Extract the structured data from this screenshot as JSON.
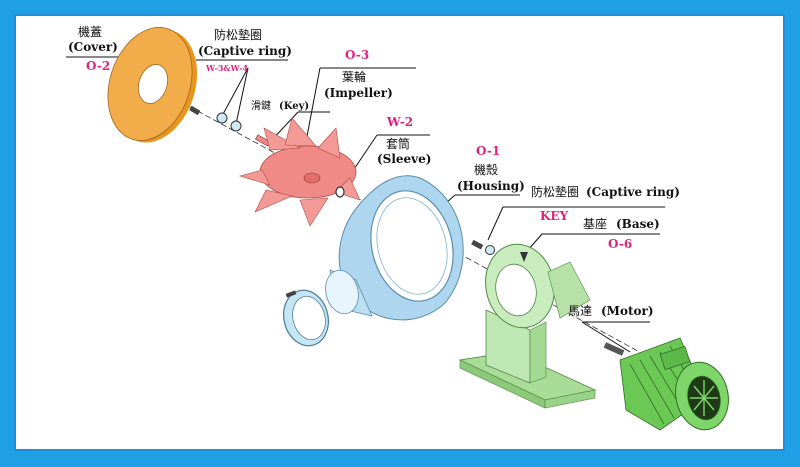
{
  "colors": {
    "frame": "#1fa0e6",
    "code": "#e0207a",
    "cover": "#f2ad4a",
    "impeller": "#f08a86",
    "housing": "#aed6ee",
    "sleeve": "#bfe3f2",
    "base": "#bfe7b3",
    "motor": "#7ed66a"
  },
  "icons": [
    "bolt-icon",
    "washer-icon",
    "key-icon"
  ],
  "labels": {
    "cover": {
      "zh": "機蓋",
      "en": "(Cover)",
      "code": "O-2"
    },
    "captive_ring_top": {
      "zh": "防松墊圈",
      "en": "(Captive ring)",
      "code": "W-3&W-4"
    },
    "key_top": {
      "zh": "滑鍵",
      "en": "(Key)"
    },
    "impeller": {
      "code": "O-3",
      "zh": "葉輪",
      "en": "(Impeller)"
    },
    "sleeve": {
      "code": "W-2",
      "zh": "套筒",
      "en": "(Sleeve)"
    },
    "housing": {
      "code": "O-1",
      "zh": "機殼",
      "en": "(Housing)"
    },
    "captive_ring_bottom": {
      "zh": "防松墊圈",
      "en": "(Captive ring)"
    },
    "key_bottom": {
      "code": "KEY"
    },
    "base": {
      "zh": "基座",
      "en": "(Base)",
      "code": "O-6"
    },
    "motor": {
      "zh": "馬達",
      "en": "(Motor)"
    }
  }
}
